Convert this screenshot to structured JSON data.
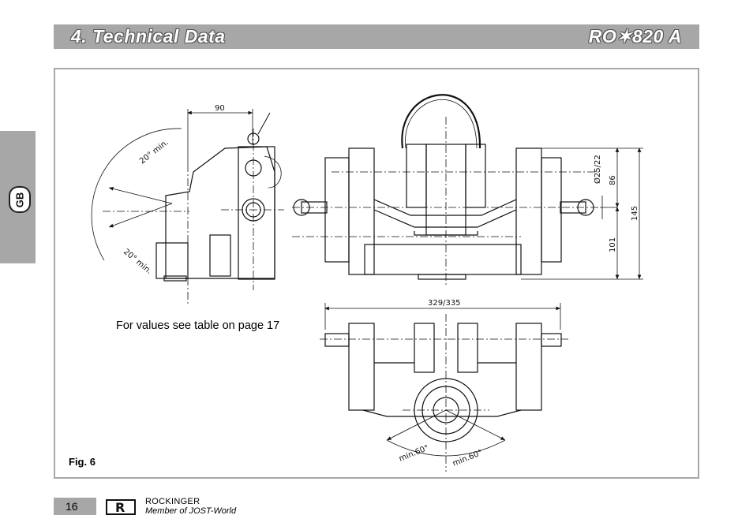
{
  "header": {
    "title": "4. Technical Data",
    "model": "RO✶820 A"
  },
  "language_tab": {
    "code": "GB"
  },
  "figure": {
    "note": "For values see table on page 17",
    "label": "Fig. 6",
    "dimensions": {
      "side_width": "90",
      "angle_up": "20° min.",
      "angle_down": "20° min.",
      "pin_diameter": "Ø25/22",
      "d86": "86",
      "d145": "145",
      "d101": "101",
      "width_range": "329/335",
      "swivel_left": "min.60°",
      "swivel_right": "min.60°"
    }
  },
  "footer": {
    "page_number": "16",
    "logo_letter": "R",
    "brand": "ROCKINGER",
    "tagline": "Member of JOST-World"
  }
}
